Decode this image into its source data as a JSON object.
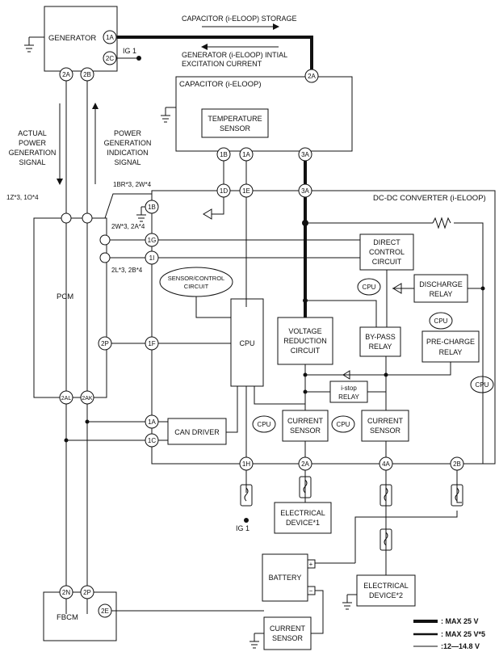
{
  "blocks": {
    "generator": "GENERATOR",
    "capacitor": "CAPACITOR (i-ELOOP)",
    "temp_sensor": [
      "TEMPERATURE",
      "SENSOR"
    ],
    "dcdc": "DC-DC CONVERTER (i-ELOOP)",
    "pcm": "PCM",
    "fbcm": "FBCM",
    "sensor_control": [
      "SENSOR/CONTROL",
      "CIRCUIT"
    ],
    "cpu": "CPU",
    "voltage_reduction": [
      "VOLTAGE",
      "REDUCTION",
      "CIRCUIT"
    ],
    "direct_control": [
      "DIRECT",
      "CONTROL",
      "CIRCUIT"
    ],
    "discharge_relay": [
      "DISCHARGE",
      "RELAY"
    ],
    "bypass_relay": [
      "BY-PASS",
      "RELAY"
    ],
    "precharge_relay": [
      "PRE-CHARGE",
      "RELAY"
    ],
    "istop_relay": [
      "i-stop",
      "RELAY"
    ],
    "can_driver": "CAN DRIVER",
    "current_sensor": [
      "CURRENT",
      "SENSOR"
    ],
    "electrical_device1": [
      "ELECTRICAL",
      "DEVICE*1"
    ],
    "electrical_device2": [
      "ELECTRICAL",
      "DEVICE*2"
    ],
    "battery": "BATTERY"
  },
  "signals": {
    "capacitor_storage": "CAPACITOR (i-ELOOP) STORAGE",
    "initial_excitation": [
      "GENERATOR (i-ELOOP) INTIAL",
      "EXCITATION CURRENT"
    ],
    "actual_power": [
      "ACTUAL",
      "POWER",
      "GENERATION",
      "SIGNAL"
    ],
    "power_indication": [
      "POWER",
      "GENERATION",
      "INDICATION",
      "SIGNAL"
    ],
    "ig1": "IG 1"
  },
  "pins": {
    "gen_1A": "1A",
    "gen_2C": "2C",
    "gen_2A": "2A",
    "gen_2B": "2B",
    "cap_2A": "2A",
    "cap_1B": "1B",
    "cap_1A": "1A",
    "cap_3A": "3A",
    "dc_1D": "1D",
    "dc_1E": "1E",
    "dc_3A": "3A",
    "dc_1B": "1B",
    "dc_1G": "1G",
    "dc_1I": "1I",
    "dc_1F": "1F",
    "dc_1A": "1A",
    "dc_1C": "1C",
    "dc_1H": "1H",
    "dc_2A": "2A",
    "dc_4A": "4A",
    "dc_2B": "2B",
    "pcm_2P": "2P",
    "pcm_2AL": "2AL",
    "pcm_2AK": "2AK",
    "fbcm_2N": "2N",
    "fbcm_2P": "2P",
    "fbcm_2E": "2E",
    "pcm_pin_a": "1Z*3, 1O*4",
    "pcm_pin_b": "1BR*3, 2W*4",
    "pcm_pin_c": "2W*3, 2A*4",
    "pcm_pin_d": "2L*3, 2B*4"
  },
  "terminals": {
    "plus": "+",
    "minus": "−"
  },
  "legend": {
    "thick": ": MAX 25 V",
    "medium": ": MAX 25 V*5",
    "thin": ":12—14.8 V"
  }
}
